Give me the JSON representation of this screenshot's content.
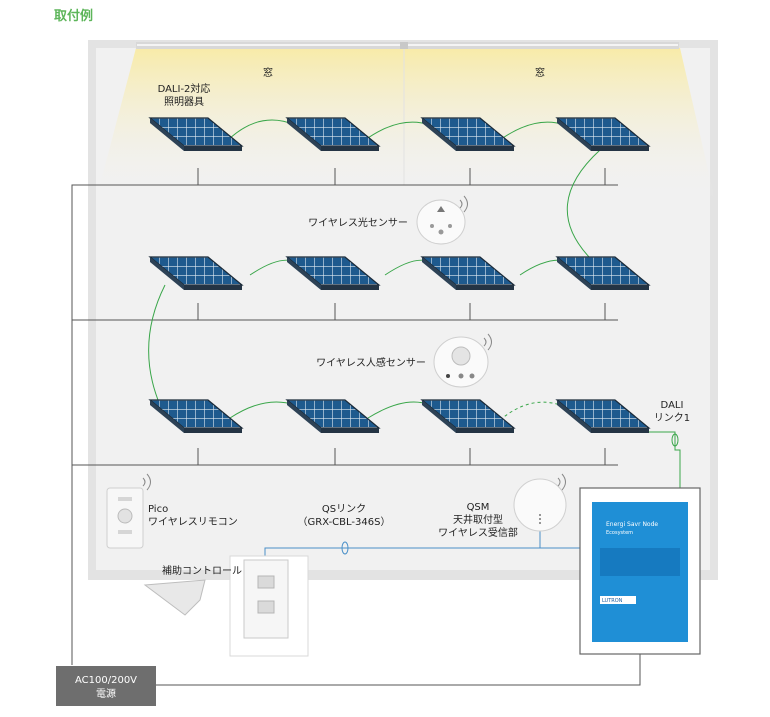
{
  "title": "取付例",
  "labels": {
    "window_left": "窓",
    "window_right": "窓",
    "fixture_line1": "DALI-2対応",
    "fixture_line2": "照明器具",
    "light_sensor": "ワイヤレス光センサー",
    "occupancy_sensor": "ワイヤレス人感センサー",
    "dali_line1": "DALI",
    "dali_line2": "リンク1",
    "pico_line1": "Pico",
    "pico_line2": "ワイヤレスリモコン",
    "qs_line1": "QSリンク",
    "qs_line2": "（GRX-CBL-346S）",
    "qsm_line1": "QSM",
    "qsm_line2": "天井取付型",
    "qsm_line3": "ワイヤレス受信部",
    "aux_control": "補助コントロール",
    "power_line1": "AC100/200V",
    "power_line2": "電源"
  },
  "panel": {
    "line1": "Energi Savr Node",
    "line2": "Ecosystem",
    "brand": "LUTRON"
  },
  "colors": {
    "title": "#5db55a",
    "wire_green": "#3aa64a",
    "wire_blue": "#4a90c8",
    "wire_gray": "#555555",
    "panel_blue": "#1f8fd6",
    "fixture_blue": "#1e5a8e",
    "power_box": "#6e6e6e",
    "room_floor": "#efefef",
    "window_glow": "#fbf3c4"
  }
}
